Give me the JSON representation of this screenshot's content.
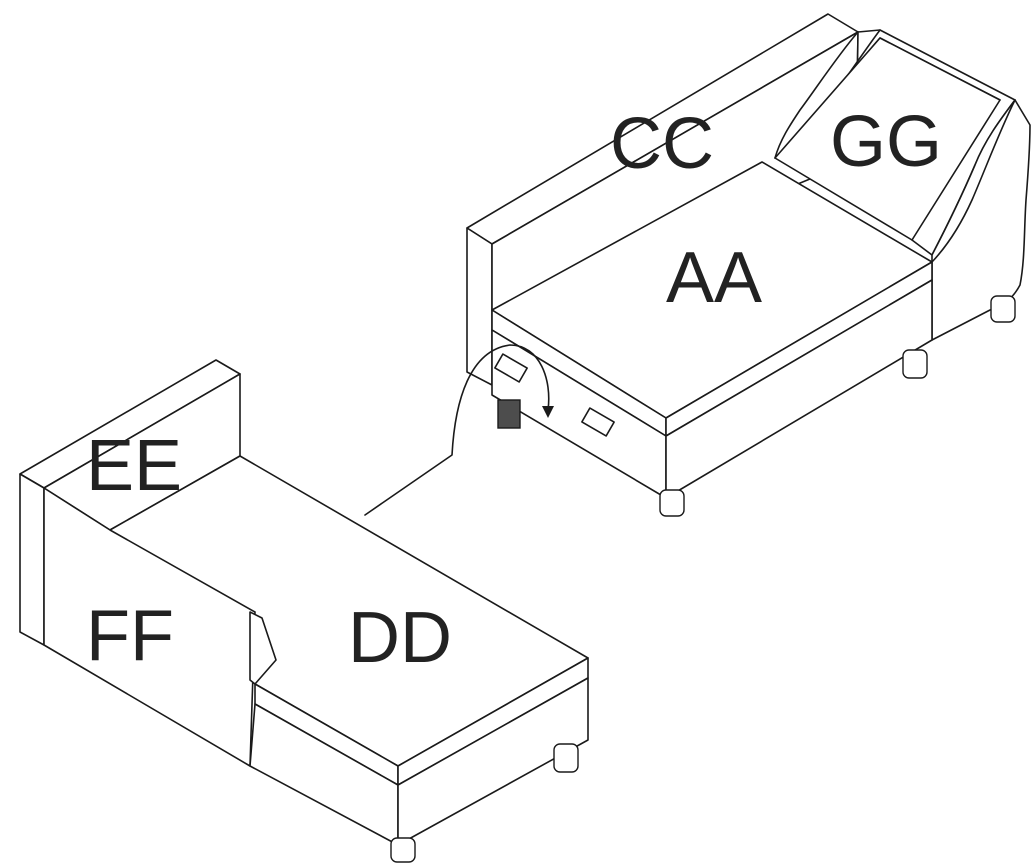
{
  "labels": {
    "aa": "AA",
    "cc": "CC",
    "gg": "GG",
    "dd": "DD",
    "ee": "EE",
    "ff": "FF"
  },
  "colors": {
    "line": "#1a1a1a",
    "label": "#222222",
    "background": "#ffffff",
    "dark_leg": "#4d4d4d"
  }
}
